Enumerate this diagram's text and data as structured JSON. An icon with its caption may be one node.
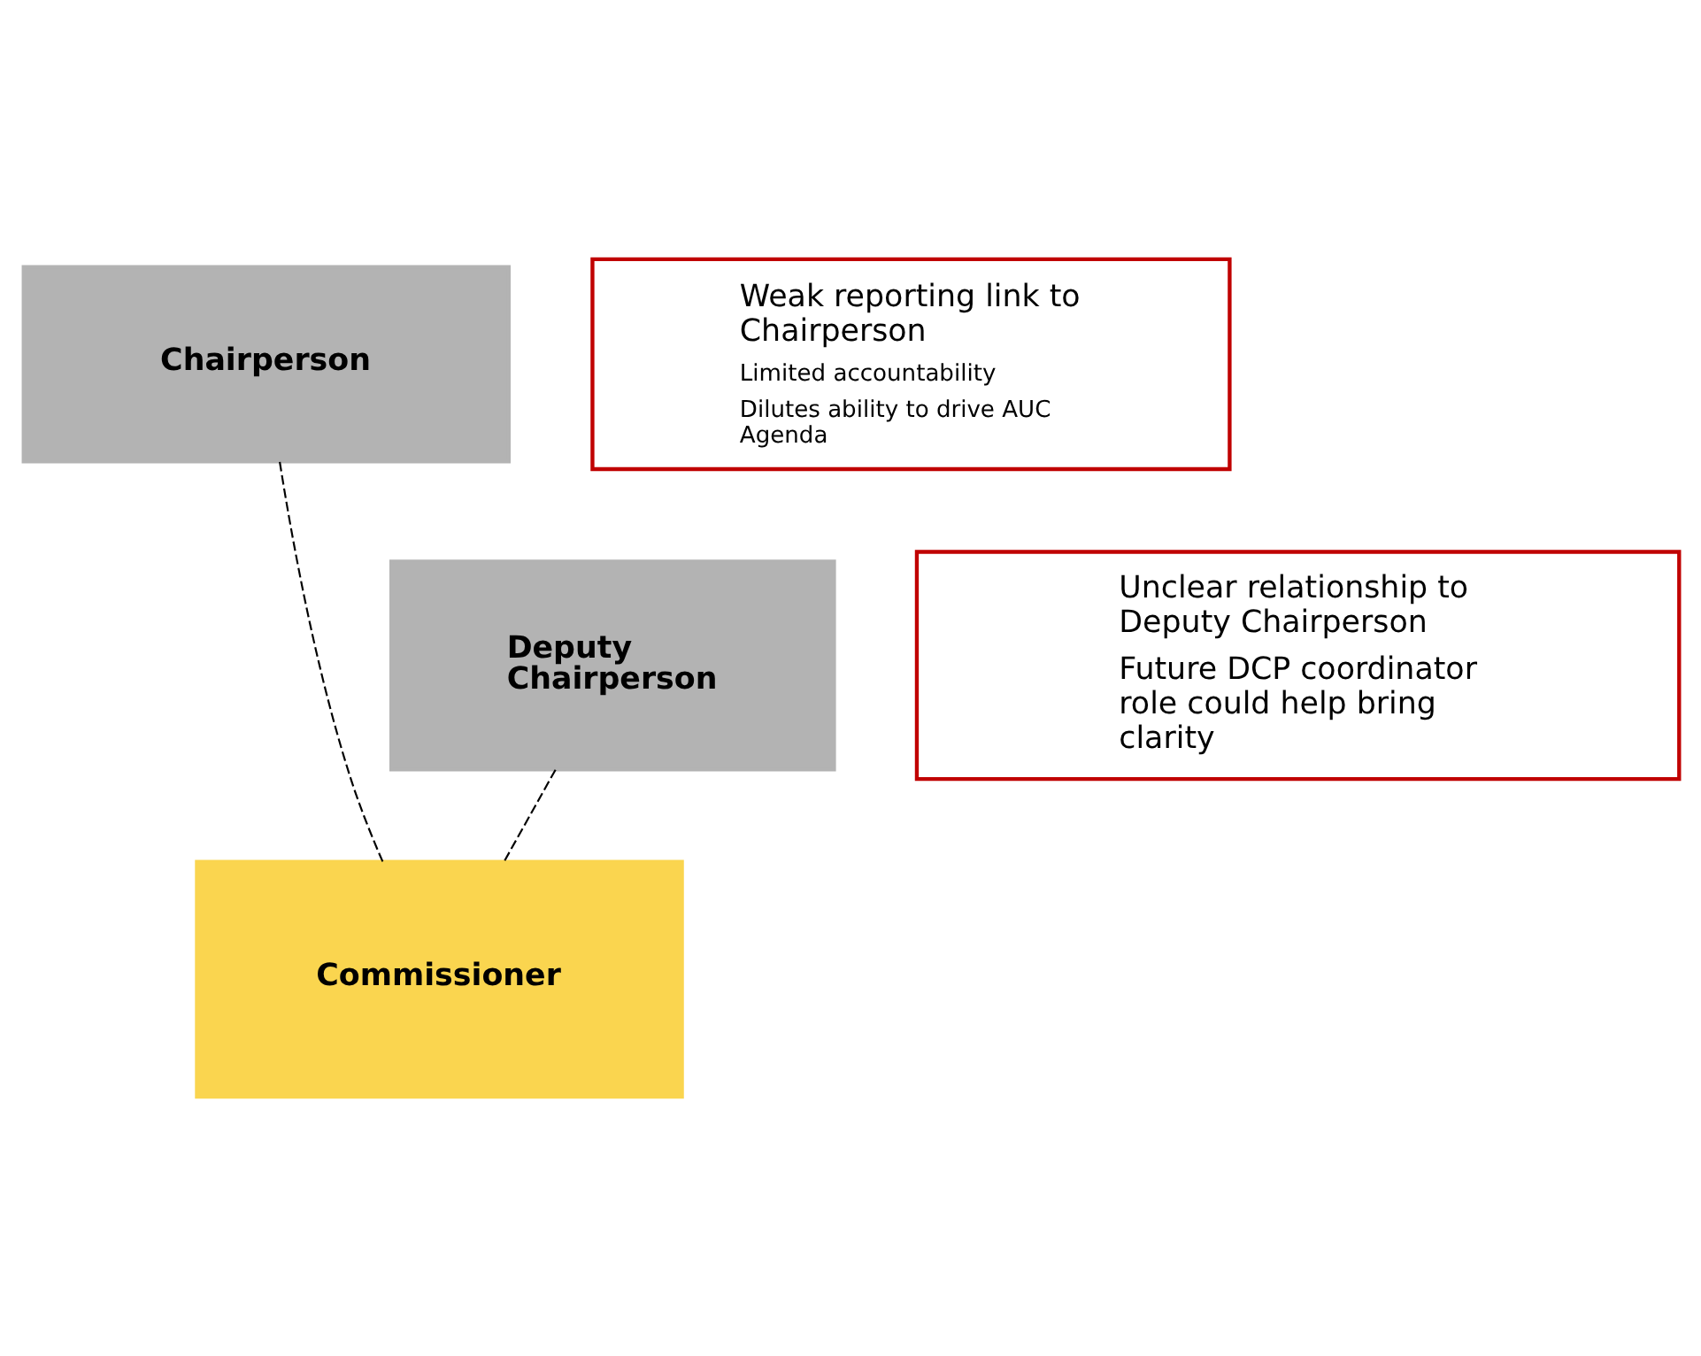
{
  "diagram": {
    "nodes": [
      {
        "text": [
          "Chairperson"
        ]
      },
      {
        "text": [
          "Deputy Chairperson"
        ]
      },
      {
        "text": [
          "Commissioner"
        ]
      },
      {
        "text": [
          "Weak reporting link to Chairperson",
          "Limited accountability",
          "Dilutes ability to drive AUC Agenda"
        ]
      },
      {
        "text": [
          "Unclear relationship to Deputy Chairperson",
          "Future DCP coordinator role could help bring clarity"
        ]
      }
    ],
    "edges": [
      {
        "from": 0,
        "to": 2,
        "arrow": "none",
        "style": "dashed"
      },
      {
        "from": 1,
        "to": 2,
        "arrow": "none",
        "style": "dashed"
      }
    ]
  }
}
